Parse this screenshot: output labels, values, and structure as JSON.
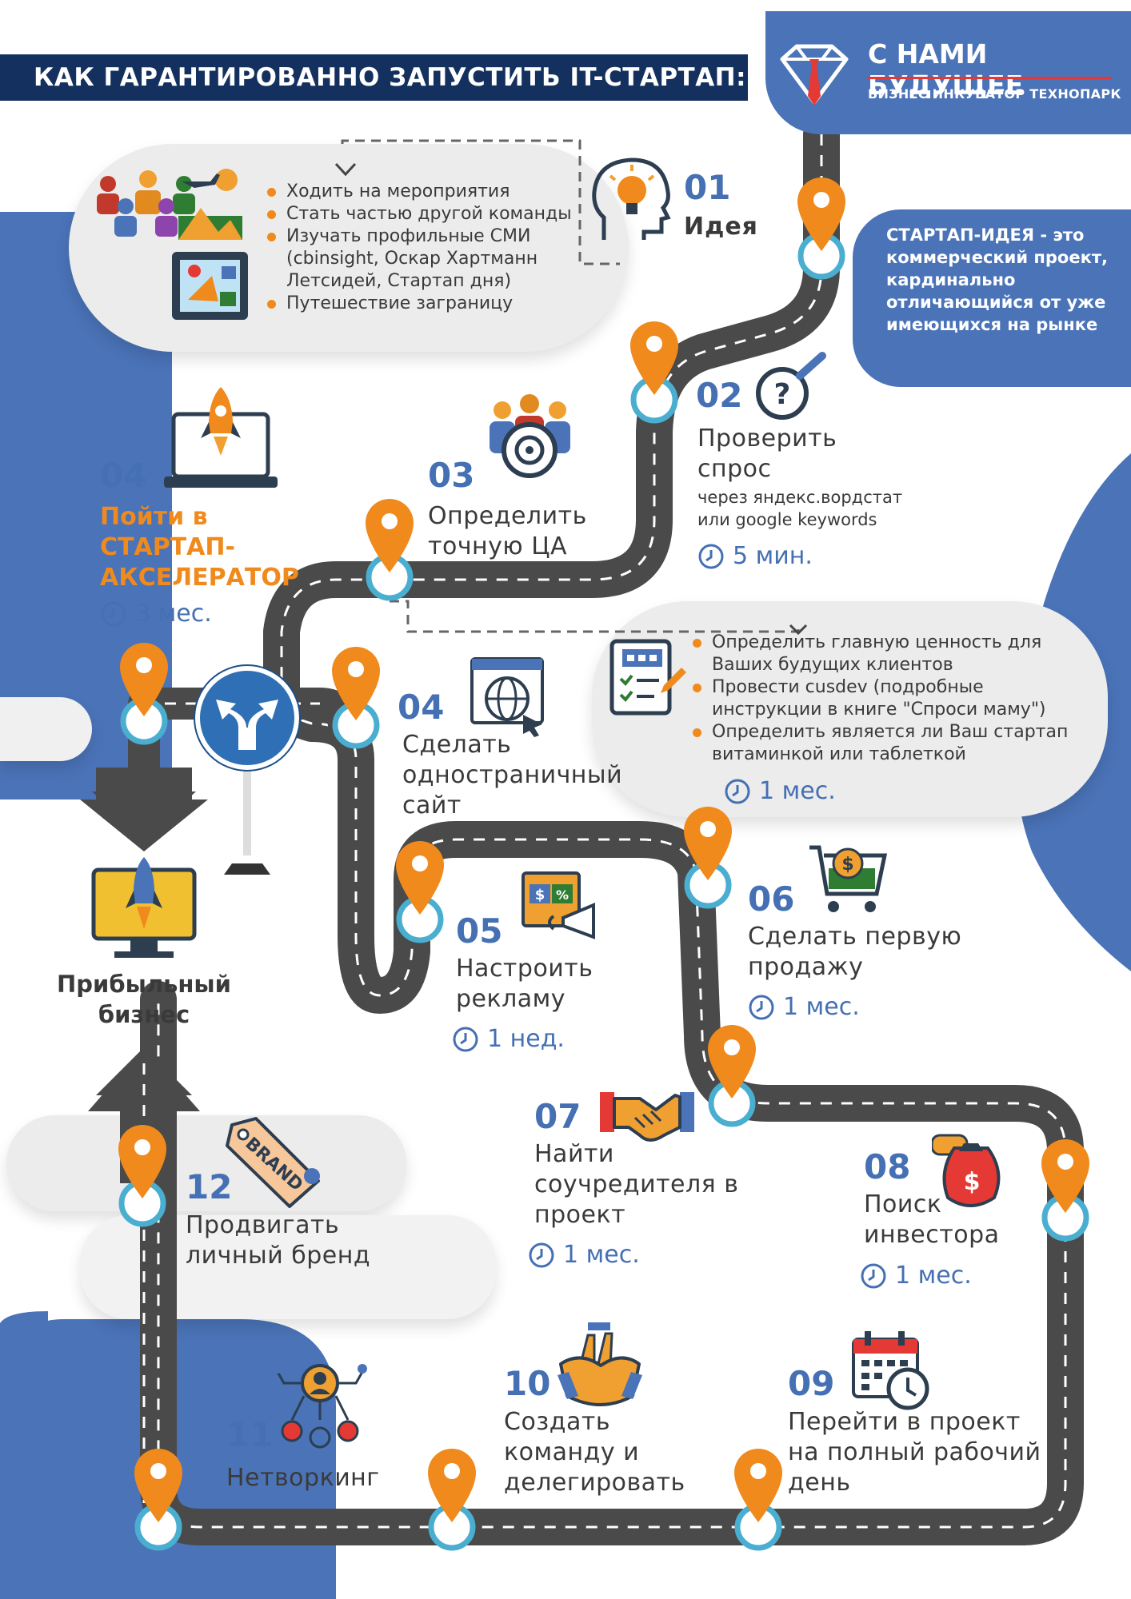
{
  "header": {
    "title": "КАК ГАРАНТИРОВАННО ЗАПУСТИТЬ IT-СТАРТАП:",
    "logo_title": "С НАМИ БУДУЩЕЕ",
    "logo_subtitle": "БИЗНЕС ИНКУБАТОР ТЕХНОПАРК"
  },
  "colors": {
    "navy": "#14305e",
    "blue": "#4a73b8",
    "orange": "#f08a1c",
    "road": "#4a4a4a"
  },
  "idea_tips": [
    "Ходить на мероприятия",
    "Стать частью другой команды",
    "Изучать профильные СМИ (cbinsight, Оскар Хартманн Летсидей, Стартап дня)",
    "Путешествие заграницу"
  ],
  "definition": "СТАРТАП-ИДЕЯ - это коммерческий проект, кардинально отличающийся от уже имеющихся на рынке",
  "steps": {
    "s01": {
      "num": "01",
      "title": "Идея"
    },
    "s02": {
      "num": "02",
      "title": "Проверить спрос",
      "note": "через яндекс.вордстат или google keywords",
      "duration": "5 мин."
    },
    "s03": {
      "num": "03",
      "title": "Определить точную ЦА"
    },
    "s04a": {
      "num": "04",
      "title": "Пойти в СТАРТАП-АКСЕЛЕРАТОР",
      "duration": "3 мес."
    },
    "s04b": {
      "num": "04",
      "title": "Сделать одностраничный сайт"
    },
    "s05": {
      "num": "05",
      "title": "Настроить рекламу",
      "duration": "1 нед."
    },
    "s06": {
      "num": "06",
      "title": "Сделать первую продажу",
      "duration": "1 мес."
    },
    "s07": {
      "num": "07",
      "title": "Найти соучредителя в проект",
      "duration": "1 мес."
    },
    "s08": {
      "num": "08",
      "title": "Поиск инвестора",
      "duration": "1 мес."
    },
    "s09": {
      "num": "09",
      "title": "Перейти в проект на полный рабочий день"
    },
    "s10": {
      "num": "10",
      "title": "Создать команду и делегировать"
    },
    "s11": {
      "num": "11",
      "title": "Нетворкинг"
    },
    "s12": {
      "num": "12",
      "title": "Продвигать личный бренд"
    }
  },
  "audience_tips": [
    "Определить главную ценность для Ваших будущих клиентов",
    "Провести cusdev (подробные инструкции в книге \"Спроси маму\")",
    "Определить является ли Ваш стартап витаминкой или таблеткой"
  ],
  "audience_duration": "1 мес.",
  "goal": "Прибыльный бизнес",
  "icons": {
    "brand_tag": "BRAND"
  }
}
